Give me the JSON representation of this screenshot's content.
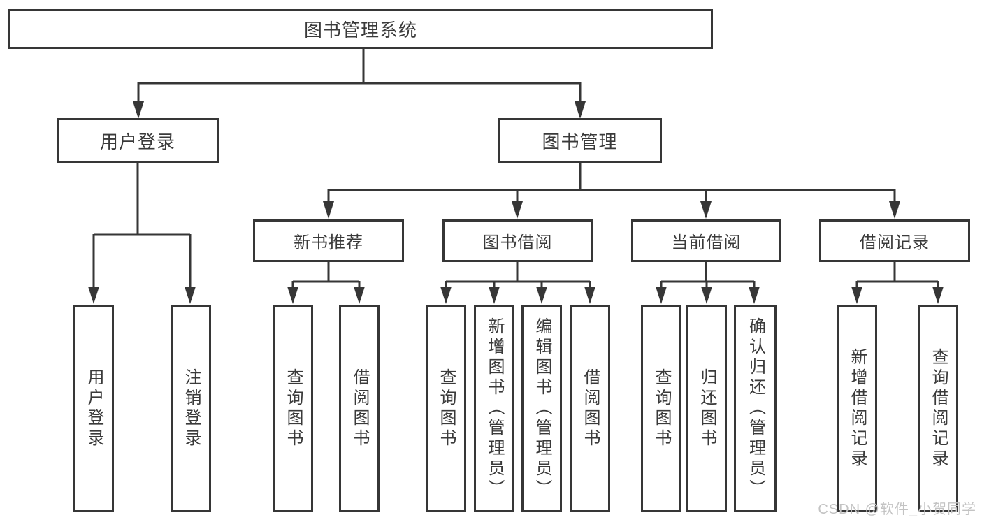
{
  "diagram_title": "图书管理系统",
  "tree": {
    "root": "图书管理系统",
    "branches": [
      {
        "label": "用户登录",
        "children": [
          "用户登录",
          "注销登录"
        ]
      },
      {
        "label": "图书管理",
        "groups": [
          {
            "label": "新书推荐",
            "children": [
              "查询图书",
              "借阅图书"
            ]
          },
          {
            "label": "图书借阅",
            "children": [
              "查询图书",
              "新增图书（管理员）",
              "编辑图书（管理员）",
              "借阅图书"
            ]
          },
          {
            "label": "当前借阅",
            "children": [
              "查询图书",
              "归还图书",
              "确认归还（管理员）"
            ]
          },
          {
            "label": "借阅记录",
            "children": [
              "新增借阅记录",
              "查询借阅记录"
            ]
          }
        ]
      }
    ]
  },
  "watermark": "CSDN @软件_小贺同学",
  "colors": {
    "line": "#363636",
    "box_border": "#363636",
    "text": "#3a3a3a",
    "watermark": "#c3c3c3",
    "background": "#ffffff"
  }
}
